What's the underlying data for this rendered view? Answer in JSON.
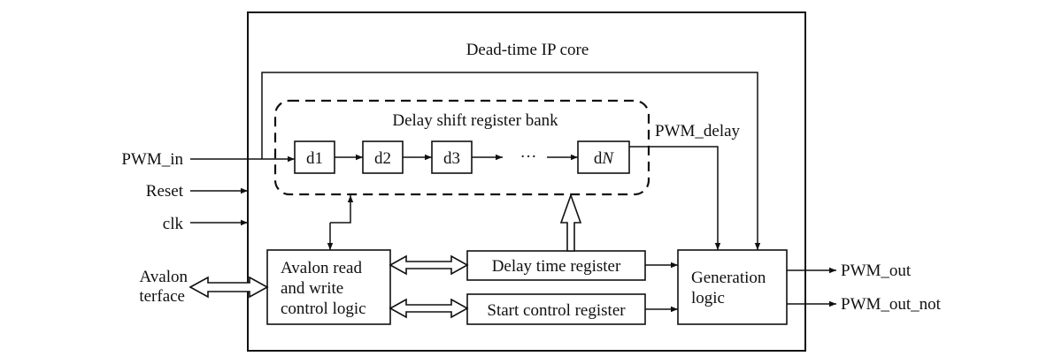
{
  "core": {
    "title": "Dead-time IP core",
    "bank_title": "Delay shift register bank",
    "registers": [
      "d1",
      "d2",
      "d3"
    ],
    "ellipsis": "···",
    "last_register_prefix": "d",
    "last_register_italic": "N",
    "pwm_delay": "PWM_delay"
  },
  "inputs": {
    "pwm_in": "PWM_in",
    "reset": "Reset",
    "clk": "clk",
    "avalon_line1": "Avalon",
    "avalon_line2": "terface"
  },
  "blocks": {
    "avalon_logic": [
      "Avalon read",
      "and write",
      "control logic"
    ],
    "delay_time_register": "Delay time register",
    "start_control_register": "Start control register",
    "generation_logic": [
      "Generation",
      "logic"
    ]
  },
  "outputs": {
    "pwm_out": "PWM_out",
    "pwm_out_not": "PWM_out_not"
  }
}
